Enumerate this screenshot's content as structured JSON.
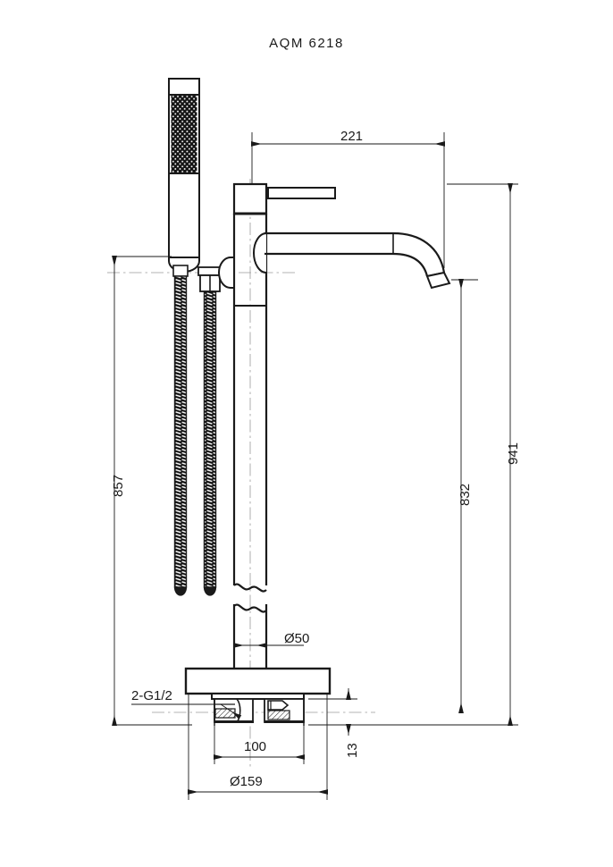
{
  "drawing": {
    "title": "AQM  6218",
    "type": "technical-dimension-drawing",
    "subject": "floor-standing bath shower mixer tap",
    "units": "mm",
    "dimensions": {
      "spout_reach": "221",
      "overall_height": "941",
      "spout_outlet_height": "832",
      "handshower_height": "857",
      "column_diameter": "Ø50",
      "base_diameter": "Ø159",
      "inlet_centers": "100",
      "base_thickness": "13",
      "inlet_thread": "2-G1/2"
    }
  },
  "annotations": {
    "column_dia_label": "Ø50",
    "base_dia_label": "Ø159",
    "inlet_spacing_label": "100",
    "base_height_label": "13",
    "thread_callout": "2-G1/2",
    "reach_label": "221",
    "total_height_label": "941",
    "outlet_height_label": "832",
    "shower_height_label": "857"
  }
}
